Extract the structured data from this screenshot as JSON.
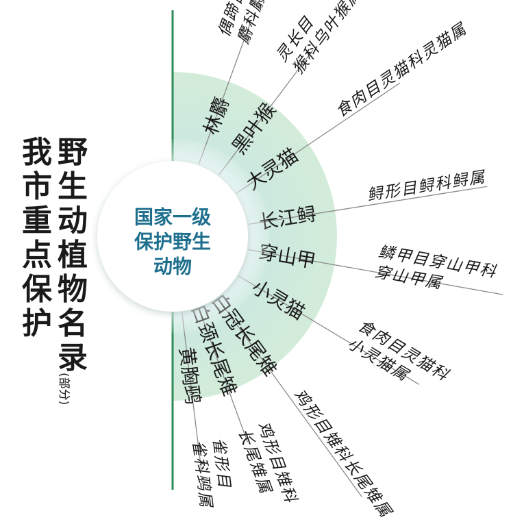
{
  "title": {
    "part1": "我市重点保护",
    "part2": "野生动植物名录",
    "subtitle": "(部分)"
  },
  "center": {
    "lines": [
      "国家一级",
      "保护野生",
      "动物"
    ]
  },
  "colors": {
    "fan": "#cfe8d9",
    "fan_inner": "#c5e6ec",
    "center_text": "#1e6f8e",
    "axis": "#2e8b57",
    "line": "#8a8a8a",
    "text": "#1a1a1a"
  },
  "animals": [
    {
      "name": "林麝",
      "taxonomy": [
        "偶蹄目",
        "麝科麝属"
      ]
    },
    {
      "name": "黑叶猴",
      "taxonomy": [
        "灵长目",
        "猴科乌叶猴属"
      ]
    },
    {
      "name": "大灵猫",
      "taxonomy": [
        "食肉目灵猫科灵猫属"
      ]
    },
    {
      "name": "长江鲟",
      "taxonomy": [
        "鲟形目鲟科鲟属"
      ]
    },
    {
      "name": "穿山甲",
      "taxonomy": [
        "鳞甲目穿山甲科",
        "穿山甲属"
      ]
    },
    {
      "name": "小灵猫",
      "taxonomy": [
        "食肉目灵猫科",
        "小灵猫属"
      ]
    },
    {
      "name": "白冠长尾雉",
      "taxonomy": [
        "鸡形目雉科长尾雉属"
      ]
    },
    {
      "name": "白颈长尾雉",
      "taxonomy": [
        "鸡形目雉科",
        "长尾雉属"
      ]
    },
    {
      "name": "黄胸鹀",
      "taxonomy": [
        "雀形目",
        "雀科鹀属"
      ]
    }
  ]
}
